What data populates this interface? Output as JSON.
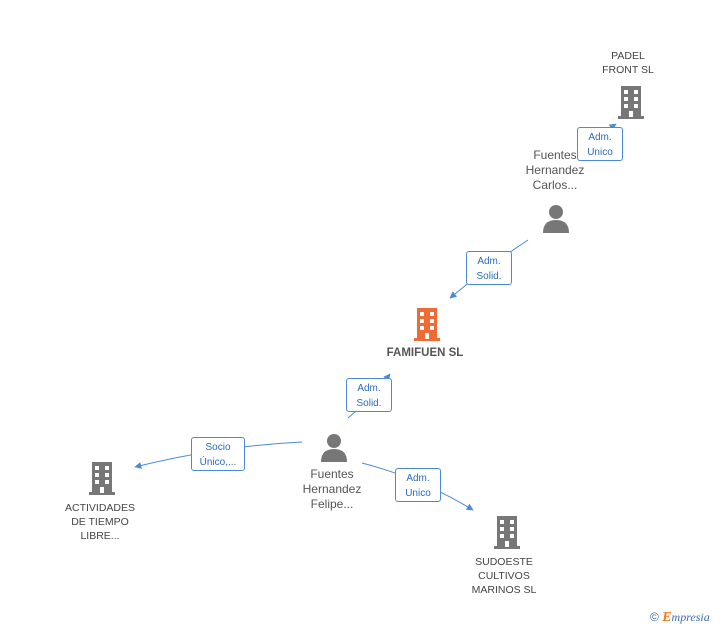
{
  "nodes": {
    "padel": {
      "label_lines": [
        "PADEL",
        "FRONT SL"
      ],
      "icon": "building-icon"
    },
    "person_carlos": {
      "label_lines": [
        "Fuentes",
        "Hernandez",
        "Carlos..."
      ],
      "icon": "person-icon"
    },
    "famifuen": {
      "label_lines": [
        "FAMIFUEN SL"
      ],
      "icon": "building-icon"
    },
    "person_felipe": {
      "label_lines": [
        "Fuentes",
        "Hernandez",
        "Felipe..."
      ],
      "icon": "person-icon"
    },
    "actividades": {
      "label_lines": [
        "ACTIVIDADES",
        "DE TIEMPO",
        "LIBRE..."
      ],
      "icon": "building-icon"
    },
    "sudoeste": {
      "label_lines": [
        "SUDOESTE",
        "CULTIVOS",
        "MARINOS SL"
      ],
      "icon": "building-icon"
    }
  },
  "edges": {
    "carlos_padel": [
      "Adm.",
      "Unico"
    ],
    "carlos_famifuen": [
      "Adm.",
      "Solid."
    ],
    "felipe_famifuen": [
      "Adm.",
      "Solid."
    ],
    "felipe_actividades": [
      "Socio",
      "Único,..."
    ],
    "felipe_sudoeste": [
      "Adm.",
      "Unico"
    ]
  },
  "footer": {
    "copyright": "©",
    "brand_first": "E",
    "brand_rest": "mpresia"
  },
  "colors": {
    "edge": "#4a8ad6",
    "node_gray": "#777777",
    "focus": "#f06a35"
  }
}
